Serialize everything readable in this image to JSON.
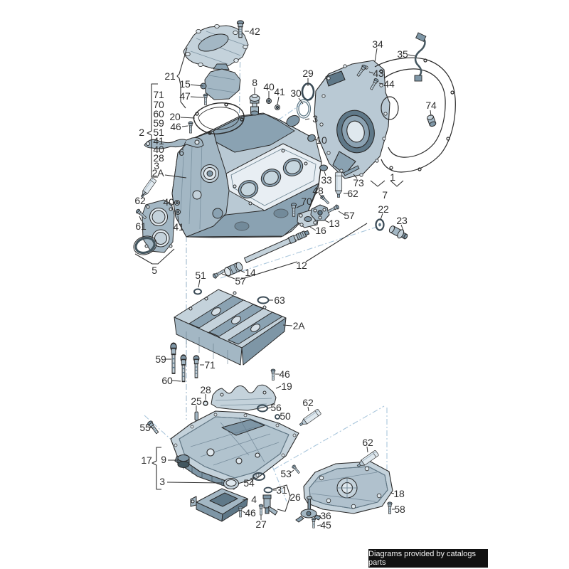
{
  "badge_text": "Diagrams provided by catalogs parts",
  "colors": {
    "line": "#2a2a2a",
    "part_light": "#dfe8ee",
    "part_mid": "#b9c9d4",
    "part_dark": "#8aa2b2",
    "part_darkest": "#5f7888",
    "construction_line": "#a9c6dc",
    "label_text": "#2e2e2e",
    "badge_bg": "#111111",
    "badge_text": "#f2f2f2"
  },
  "labels": {
    "n1": "1",
    "n2": "2",
    "n2A": "2A",
    "n3": "3",
    "n4": "4",
    "n5": "5",
    "n6": "6",
    "n7": "7",
    "n8": "8",
    "n9": "9",
    "n10": "10",
    "n12": "12",
    "n13": "13",
    "n14": "14",
    "n15": "15",
    "n16": "16",
    "n17": "17",
    "n18": "18",
    "n19": "19",
    "n20": "20",
    "n21": "21",
    "n22": "22",
    "n23": "23",
    "n25": "25",
    "n26": "26",
    "n27": "27",
    "n28": "28",
    "n29": "29",
    "n30": "30",
    "n31": "31",
    "n33": "33",
    "n34": "34",
    "n35": "35",
    "n36": "36",
    "n40": "40",
    "n41": "41",
    "n42": "42",
    "n43": "43",
    "n44": "44",
    "n45": "45",
    "n46": "46",
    "n47": "47",
    "n48": "48",
    "n50": "50",
    "n51": "51",
    "n53": "53",
    "n54": "54",
    "n55": "55",
    "n56": "56",
    "n57": "57",
    "n58": "58",
    "n59": "59",
    "n60": "60",
    "n61": "61",
    "n62": "62",
    "n63": "63",
    "n70": "70",
    "n71": "71",
    "n73": "73",
    "n74": "74"
  },
  "group2_column": [
    "71",
    "70",
    "60",
    "59",
    "51",
    "41",
    "40",
    "28",
    "3",
    "2A"
  ]
}
